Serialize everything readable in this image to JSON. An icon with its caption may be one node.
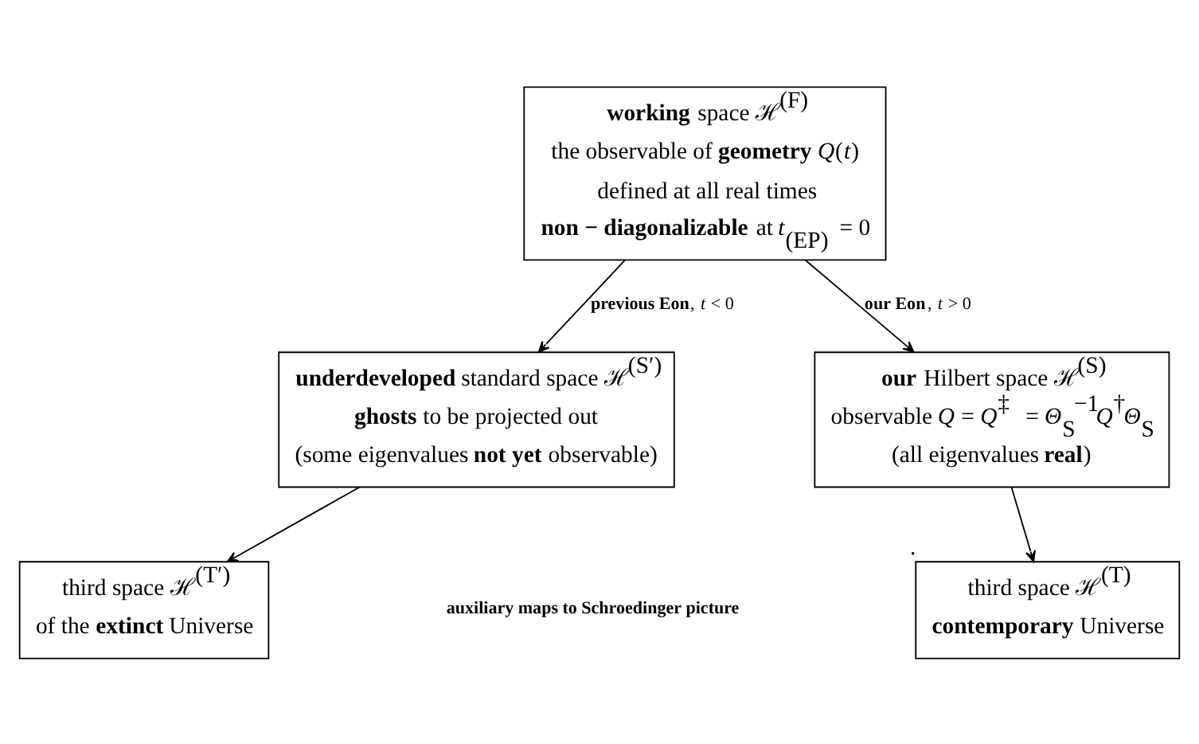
{
  "diagram": {
    "nodes": [
      {
        "text": [
          "**working** space ℋ$^{(F)}$",
          "the observable of **geometry** *Q*(*t*)",
          "defined at all real times",
          "**non − diagonalizable** at *t*$_{(EP)}$ = 0"
        ]
      },
      {
        "text": [
          "**underdeveloped** standard space ℋ$^{(S′)}$",
          "**ghosts** to be projected out",
          "(some eigenvalues **not yet** observable)"
        ]
      },
      {
        "text": [
          "**our** Hilbert space ℋ$^{(S)}$",
          "observable *Q* = *Q*$^{‡}$ = *Θ*$_{S}$$^{−1}$*Q*$^{†}$*Θ*$_{S}$",
          "(all eigenvalues **real**)"
        ]
      },
      {
        "text": [
          "third space ℋ$^{(T′)}$",
          "of the **extinct** Universe"
        ]
      },
      {
        "text": [
          "third space ℋ$^{(T)}$",
          "**contemporary** Universe"
        ],
        "beside": [
          "."
        ]
      }
    ],
    "edges": [
      {
        "from": 0,
        "to": 1,
        "arrow": "to",
        "label": "**previous Eon**, *t* < 0"
      },
      {
        "from": 0,
        "to": 2,
        "arrow": "to",
        "label": "**our Eon**, *t* > 0"
      },
      {
        "from": 1,
        "to": 3,
        "arrow": "to"
      },
      {
        "from": 2,
        "to": 4,
        "arrow": "to"
      }
    ],
    "labels": [
      "auxiliary maps to Schroedinger picture"
    ]
  }
}
